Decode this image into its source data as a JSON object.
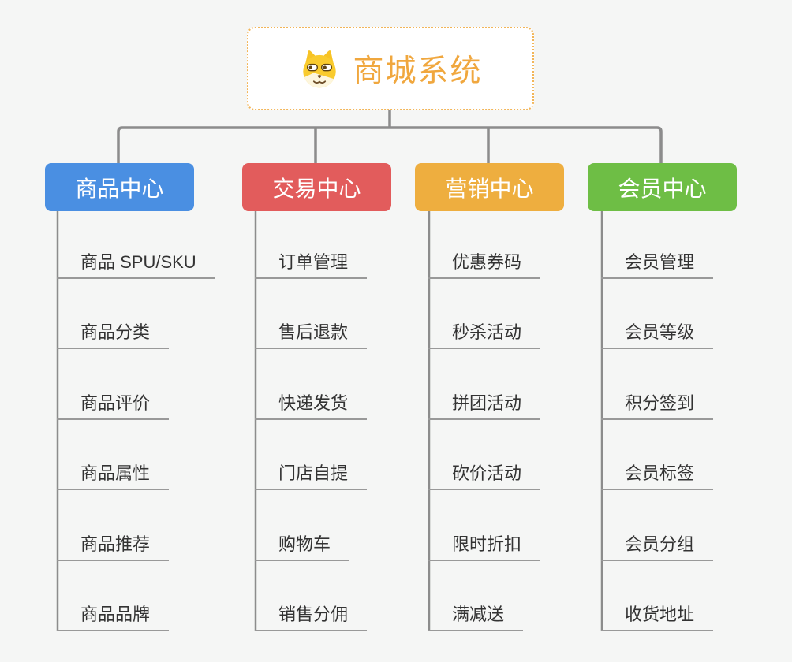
{
  "root": {
    "label": "商城系统",
    "icon": "dog-face-icon",
    "accent_color": "#f0a73e",
    "border_color": "#f2b558"
  },
  "connector_color": "#8c8c8c",
  "leaf_line_color": "#999999",
  "leaf_text_color": "#333333",
  "background_color": "#f5f6f5",
  "branches": [
    {
      "label": "商品中心",
      "color": "#4a8fe2",
      "items": [
        "商品 SPU/SKU",
        "商品分类",
        "商品评价",
        "商品属性",
        "商品推荐",
        "商品品牌"
      ]
    },
    {
      "label": "交易中心",
      "color": "#e25c5c",
      "items": [
        "订单管理",
        "售后退款",
        "快递发货",
        "门店自提",
        "购物车",
        "销售分佣"
      ]
    },
    {
      "label": "营销中心",
      "color": "#eeae3f",
      "items": [
        "优惠券码",
        "秒杀活动",
        "拼团活动",
        "砍价活动",
        "限时折扣",
        "满减送"
      ]
    },
    {
      "label": "会员中心",
      "color": "#6ebe45",
      "items": [
        "会员管理",
        "会员等级",
        "积分签到",
        "会员标签",
        "会员分组",
        "收货地址"
      ]
    }
  ]
}
